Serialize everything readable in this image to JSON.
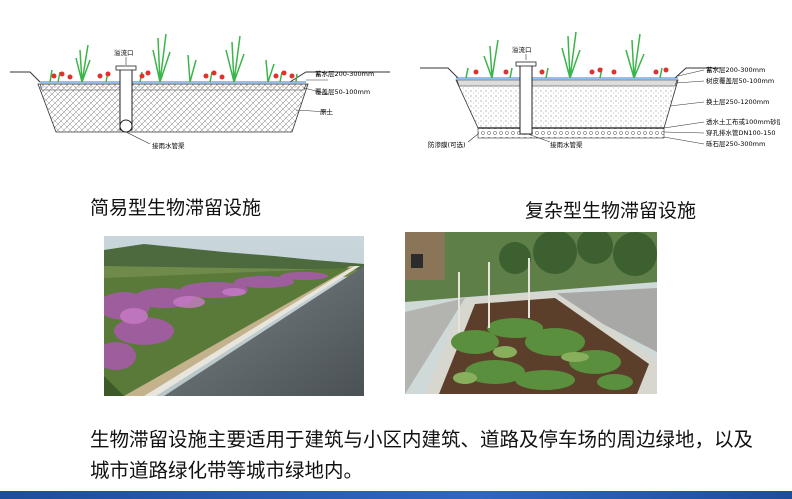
{
  "simple_diagram": {
    "overflow_label": "溢流口",
    "layer_storage": "蓄水层200-300mm",
    "layer_mulch": "覆盖层50-100mm",
    "layer_native_soil": "原土",
    "drain_pipe": "接雨水管渠"
  },
  "complex_diagram": {
    "overflow_label": "溢流口",
    "layer_storage": "蓄水层200-300mm",
    "layer_bark": "树皮覆盖层50-100mm",
    "layer_soil_mix": "换土层250-1200mm",
    "layer_geotextile": "透水土工布或100mm砂层",
    "layer_perforated_pipe": "穿孔排水管DN100-150",
    "layer_gravel": "砾石层250-300mm",
    "membrane": "防渗膜(可选)",
    "drain_pipe": "接雨水管渠"
  },
  "captions": {
    "simple": "简易型生物滞留设施",
    "complex": "复杂型生物滞留设施"
  },
  "body_text": "生物滞留设施主要适用于建筑与小区内建筑、道路及停车场的周边绿地，以及城市道路绿化带等城市绿地内。",
  "colors": {
    "accent_bar": "#1d4e9c",
    "plant_green": "#3bb54a",
    "flower_red": "#e0322d"
  }
}
